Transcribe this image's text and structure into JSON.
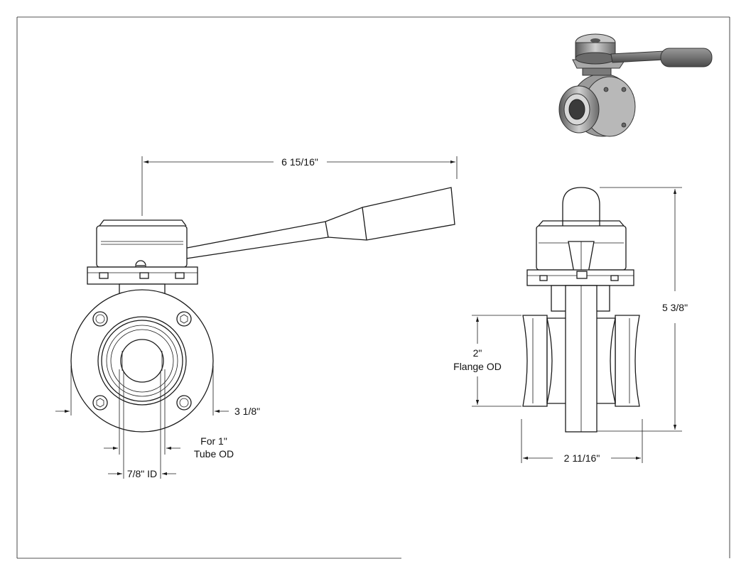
{
  "colors": {
    "background": "#ffffff",
    "line": "#1a1a1a",
    "render_dark": "#4a4a4a",
    "render_mid": "#8a8a8a",
    "render_light": "#c8c8c8"
  },
  "dimensions": {
    "handle_length": "6 15/16\"",
    "height": "5 3/8\"",
    "flange_diameter": "3 1/8\"",
    "tube_od_line1": "For 1\"",
    "tube_od_line2": "Tube OD",
    "inner_diameter": "7/8\" ID",
    "flange_od_line1": "2\"",
    "flange_od_line2": "Flange OD",
    "face_to_face": "2 11/16\""
  }
}
